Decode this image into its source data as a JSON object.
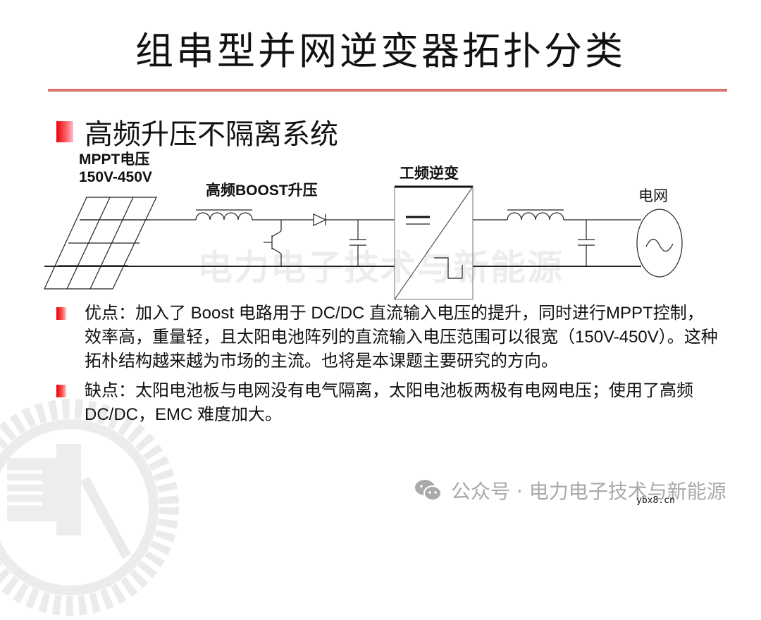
{
  "slide": {
    "title": "组串型并网逆变器拓扑分类",
    "section_heading": "高频升压不隔离系统",
    "colors": {
      "rule": "#d9736c",
      "bullet": "#e8000a",
      "watermark": "#a9a9a9"
    }
  },
  "diagram": {
    "mppt_label_line1": "MPPT电压",
    "mppt_label_line2": "150V-450V",
    "boost_label": "高频BOOST升压",
    "inverter_label": "工频逆变",
    "grid_label": "电网",
    "watermark_text": "电力电子技术与新能源",
    "components": [
      "solar-panel",
      "boost-inductor",
      "switch-transistor",
      "diode",
      "dc-capacitor",
      "inverter-block",
      "filter-inductor",
      "filter-capacitor",
      "ac-grid-source"
    ]
  },
  "bullets": [
    {
      "text": "优点：加入了 Boost 电路用于 DC/DC 直流输入电压的提升，同时进行MPPT控制，效率高，重量轻，且太阳电池阵列的直流输入电压范围可以很宽（150V-450V）。这种拓朴结构越来越为市场的主流。也将是本课题主要研究的方向。"
    },
    {
      "text": "缺点：太阳电池板与电网没有电气隔离，太阳电池板两极有电网电压；使用了高频 DC/DC，EMC 难度加大。"
    }
  ],
  "footer": {
    "icon": "wechat-icon",
    "text": "公众号 · 电力电子技术与新能源",
    "site": "ybx8.cn"
  }
}
